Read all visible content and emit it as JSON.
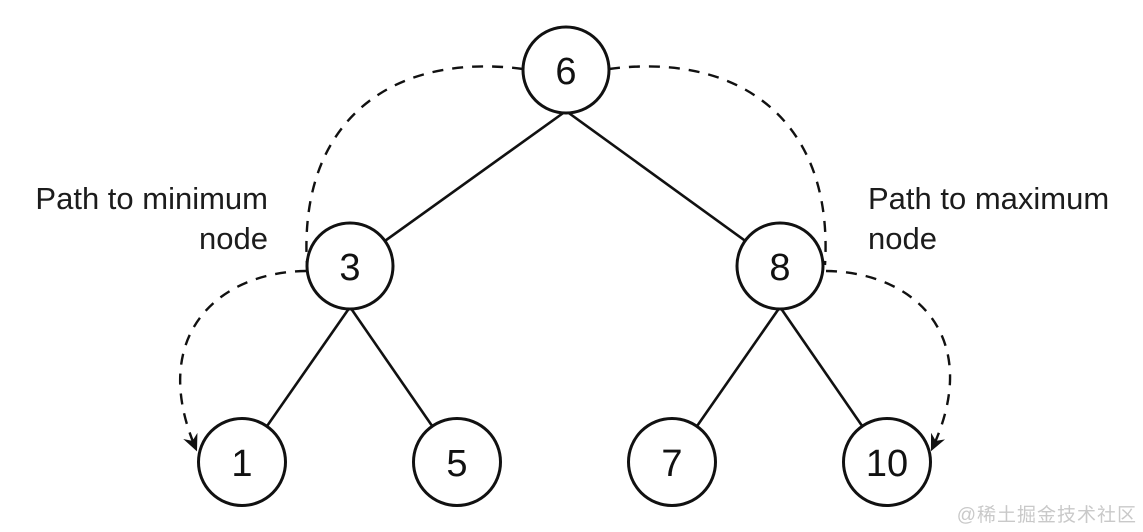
{
  "tree": {
    "nodes": [
      {
        "id": "root",
        "value": "6"
      },
      {
        "id": "left",
        "value": "3"
      },
      {
        "id": "right",
        "value": "8"
      },
      {
        "id": "left-left",
        "value": "1"
      },
      {
        "id": "left-right",
        "value": "5"
      },
      {
        "id": "right-left",
        "value": "7"
      },
      {
        "id": "right-right",
        "value": "10"
      }
    ],
    "edges": [
      {
        "from": "6",
        "to": "3"
      },
      {
        "from": "6",
        "to": "8"
      },
      {
        "from": "3",
        "to": "1"
      },
      {
        "from": "3",
        "to": "5"
      },
      {
        "from": "8",
        "to": "7"
      },
      {
        "from": "8",
        "to": "10"
      }
    ],
    "min_path": [
      "6",
      "3",
      "1"
    ],
    "max_path": [
      "6",
      "8",
      "10"
    ]
  },
  "annotations": {
    "min_label": {
      "line1": "Path to minimum",
      "line2": "node"
    },
    "max_label": {
      "line1": "Path to maximum",
      "line2": "node"
    }
  },
  "watermark": "@稀土掘金技术社区",
  "colors": {
    "line": "#111111",
    "label_text": "#1c1c1c",
    "node_fill": "#ffffff",
    "watermark": "#c9c9c9",
    "background": "#ffffff"
  }
}
